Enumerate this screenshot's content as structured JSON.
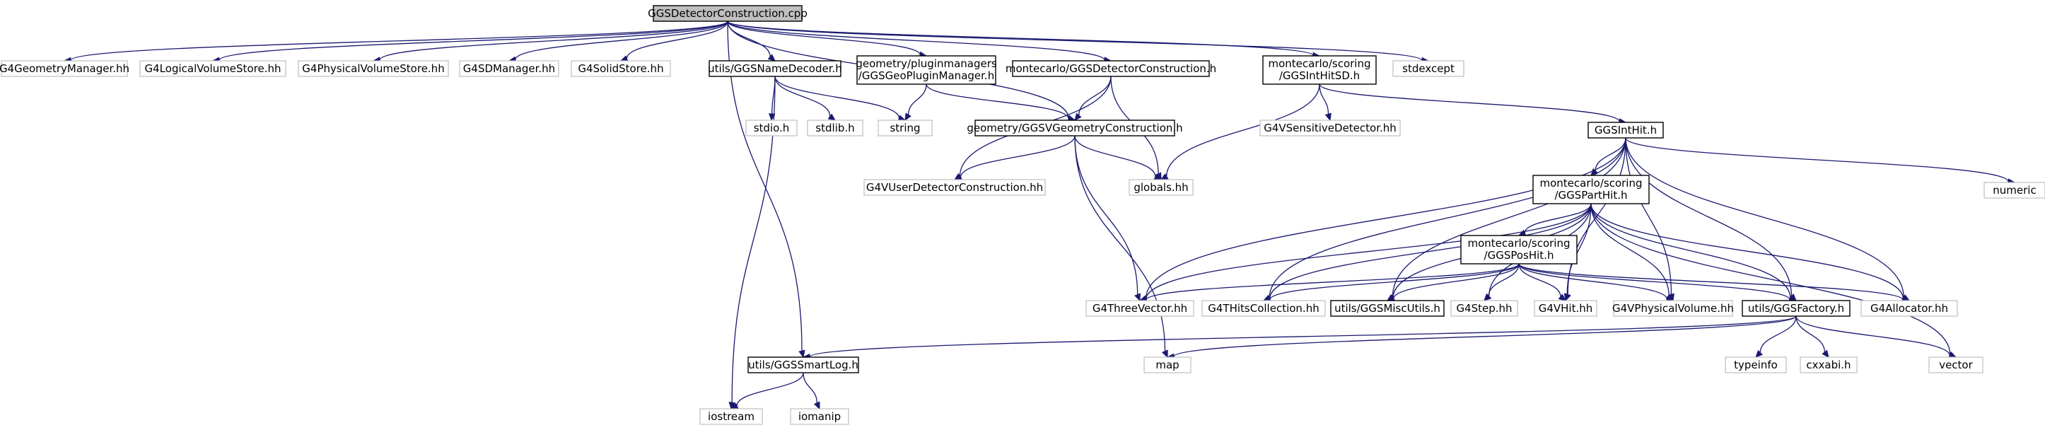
{
  "title": "",
  "nodes": {
    "root": "GGSDetectorConstruction.cpp",
    "g4geometrymanager": "G4GeometryManager.hh",
    "g4logicalvolumestore": "G4LogicalVolumeStore.hh",
    "g4physicalvolumestore": "G4PhysicalVolumeStore.hh",
    "g4sdmanager": "G4SDManager.hh",
    "g4solidstore": "G4SolidStore.hh",
    "ggsnamedecoder": "utils/GGSNameDecoder.h",
    "ggsgeopluginmanager": [
      "geometry/pluginmanagers",
      "/GGSGeoPluginManager.h"
    ],
    "ggsdetectorconstruction_h": "montecarlo/GGSDetectorConstruction.h",
    "ggsinthitsd": [
      "montecarlo/scoring",
      "/GGSIntHitSD.h"
    ],
    "stdexcept": "stdexcept",
    "stdio": "stdio.h",
    "stdlib": "stdlib.h",
    "string": "string",
    "ggsvgeometryconstruction": "geometry/GGSVGeometryConstruction.h",
    "g4sensitivedetector": "G4VSensitiveDetector.hh",
    "ggsinthit": "GGSIntHit.h",
    "numeric": "numeric",
    "g4vuserdetectorconstruction": "G4VUserDetectorConstruction.hh",
    "globals": "globals.hh",
    "ggsparthit": [
      "montecarlo/scoring",
      "/GGSPartHit.h"
    ],
    "ggsposhit": [
      "montecarlo/scoring",
      "/GGSPosHit.h"
    ],
    "g4threevector": "G4ThreeVector.hh",
    "g4thitscollection": "G4THitsCollection.hh",
    "ggsmiscutils": "utils/GGSMiscUtils.h",
    "g4step": "G4Step.hh",
    "g4vhit": "G4VHit.hh",
    "g4vphysicalvolume": "G4VPhysicalVolume.hh",
    "ggsfactory": "utils/GGSFactory.h",
    "g4allocator": "G4Allocator.hh",
    "ggssmartlog": "utils/GGSSmartLog.h",
    "map": "map",
    "typeinfo": "typeinfo",
    "cxxabi": "cxxabi.h",
    "vector": "vector",
    "iostream": "iostream",
    "iomanip": "iomanip"
  }
}
